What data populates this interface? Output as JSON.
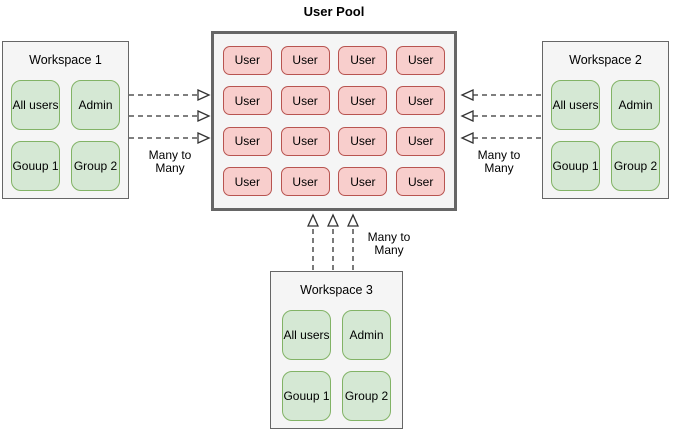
{
  "diagram": {
    "user_pool": {
      "title": "User Pool",
      "cell_label": "User",
      "rows": 4,
      "cols": 4
    },
    "workspaces": [
      {
        "title": "Workspace 1",
        "boxes": [
          "All users",
          "Admin",
          "Gouup 1",
          "Group 2"
        ]
      },
      {
        "title": "Workspace 2",
        "boxes": [
          "All users",
          "Admin",
          "Gouup 1",
          "Group 2"
        ]
      },
      {
        "title": "Workspace 3",
        "boxes": [
          "All users",
          "Admin",
          "Gouup 1",
          "Group 2"
        ]
      }
    ],
    "edge_labels": [
      {
        "position": "left",
        "text": "Many to Many"
      },
      {
        "position": "right",
        "text": "Many to Many"
      },
      {
        "position": "bottom",
        "text": "Many to Many"
      }
    ],
    "colors": {
      "user_fill": "#F8CECC",
      "user_stroke": "#B85450",
      "group_fill": "#D5E8D4",
      "group_stroke": "#82B366",
      "panel_fill": "#F5F5F5",
      "panel_stroke": "#666666",
      "arrow": "#333333"
    }
  }
}
